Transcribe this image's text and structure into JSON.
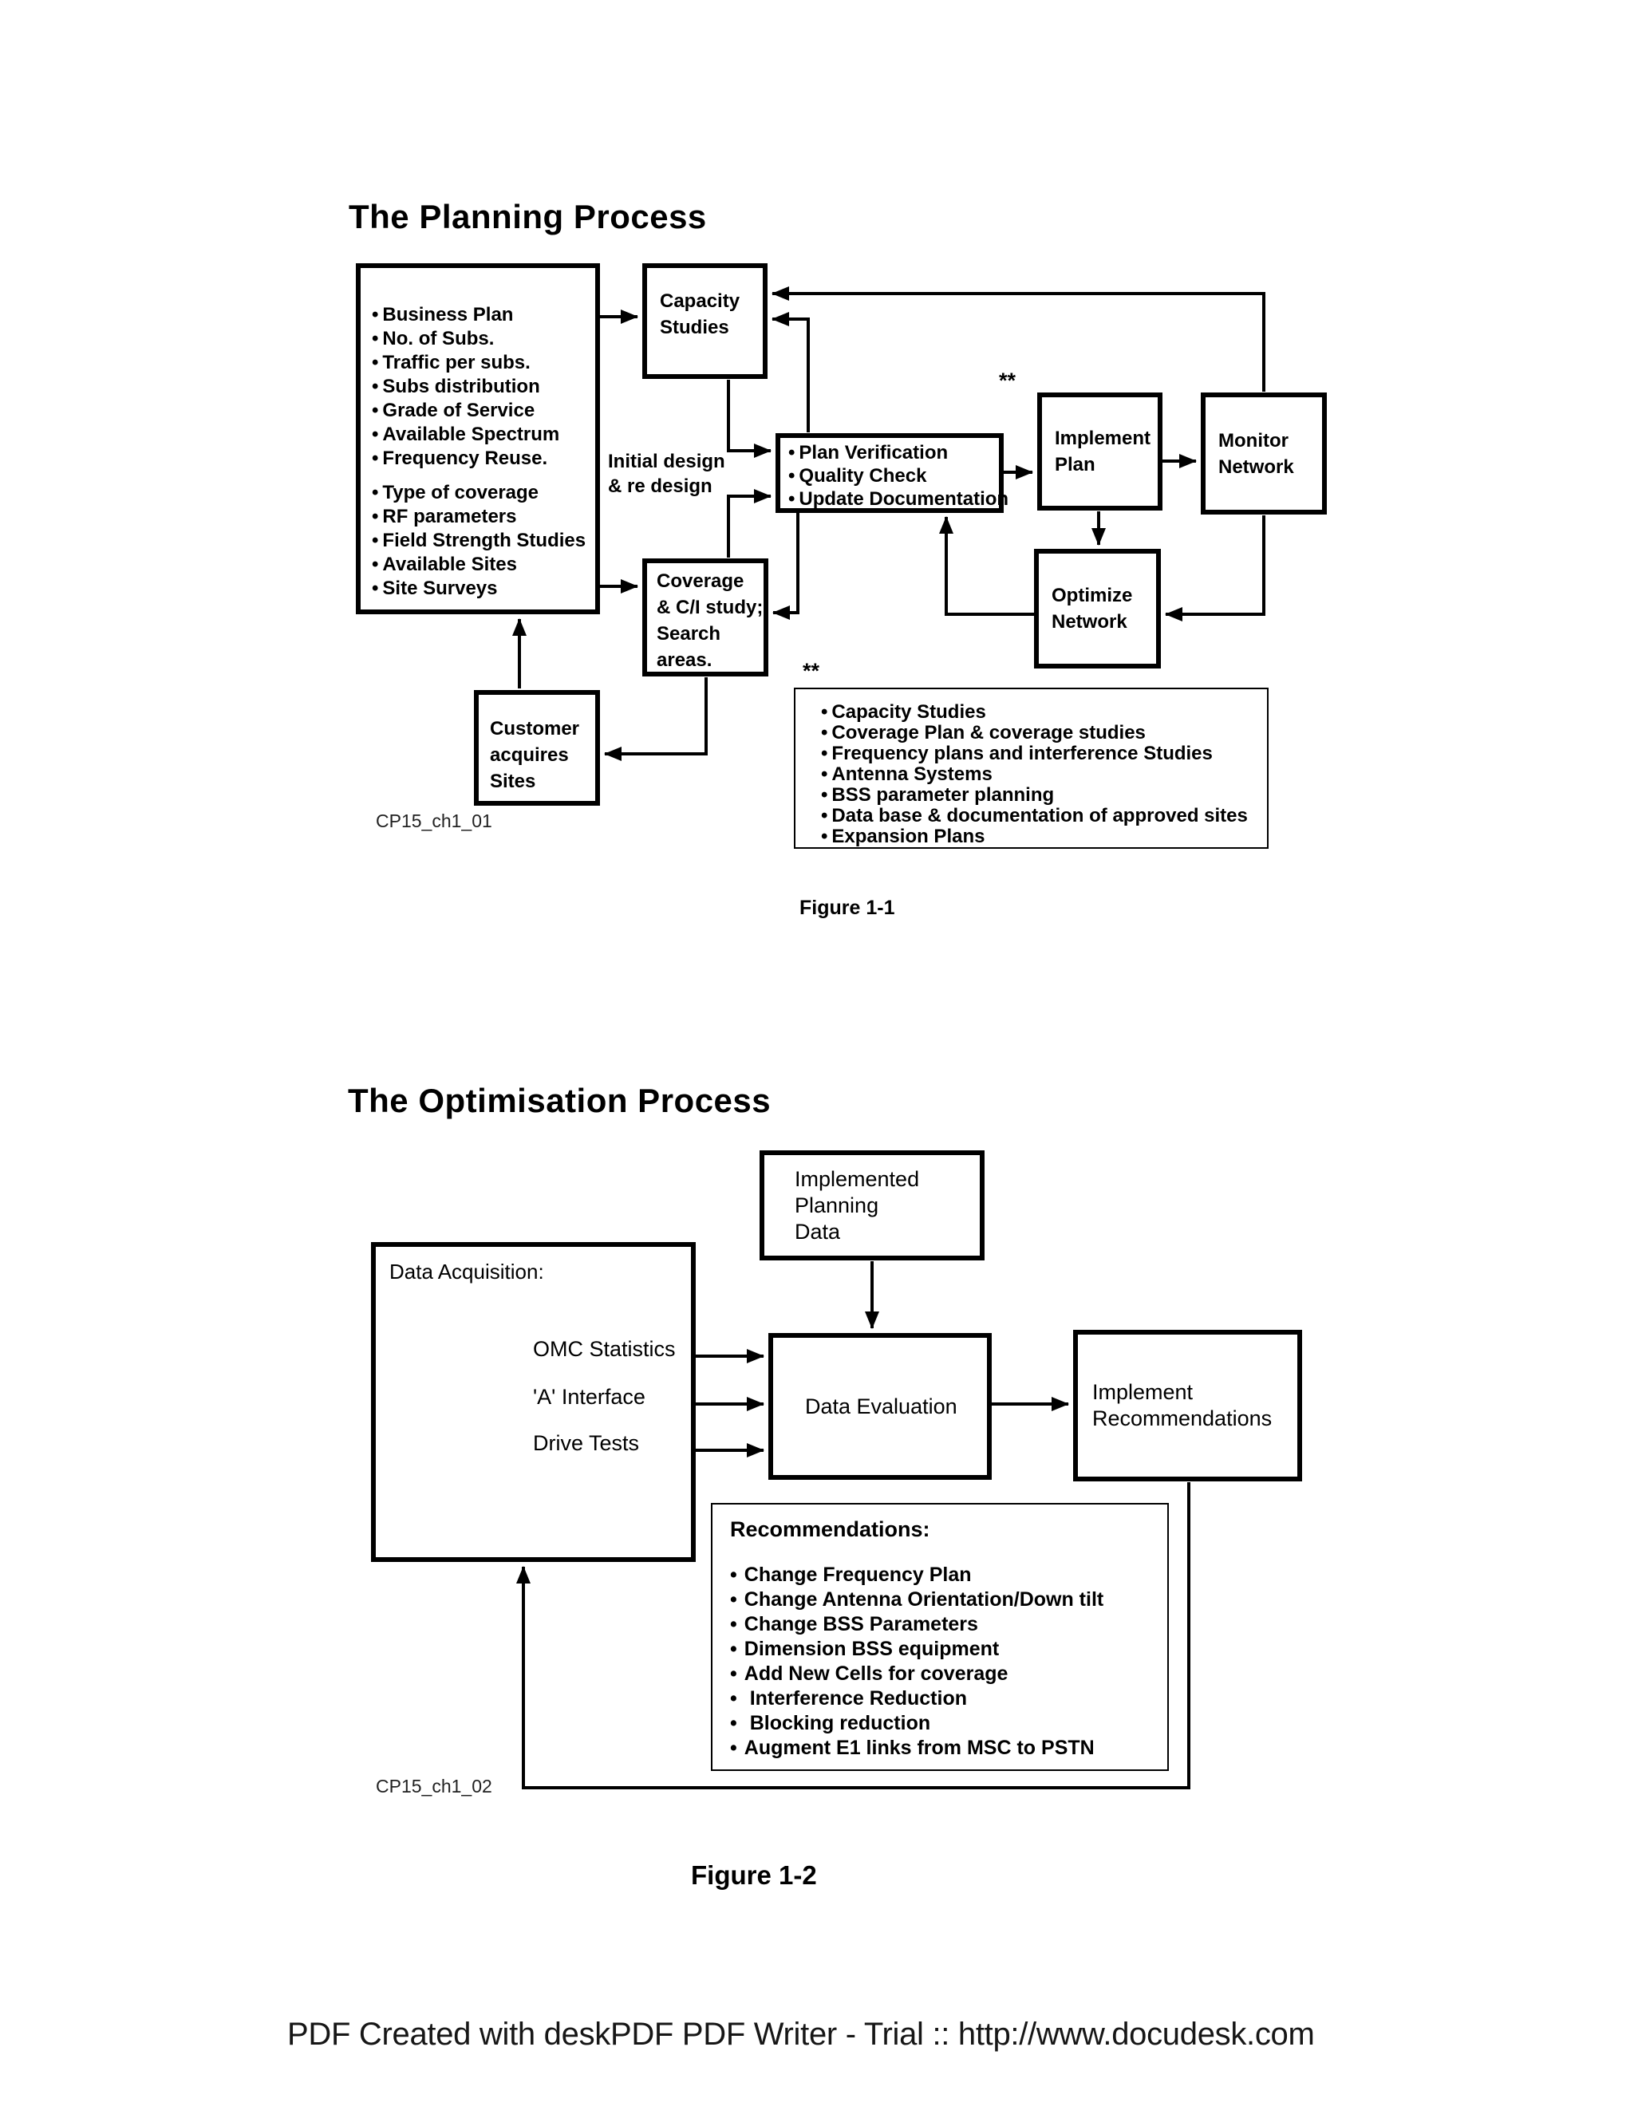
{
  "figure1": {
    "title": "The Planning Process",
    "inputs_box": {
      "group1": [
        "Business Plan",
        "No. of Subs.",
        "Traffic per subs.",
        "Subs distribution",
        "Grade of Service",
        "Available Spectrum",
        "Frequency Reuse."
      ],
      "group2": [
        "Type of coverage",
        "RF parameters",
        "Field Strength Studies",
        "Available Sites",
        "Site Surveys"
      ]
    },
    "capacity_studies": [
      "Capacity",
      "Studies"
    ],
    "initial_design_label": [
      "Initial design",
      "& re design"
    ],
    "plan_verification": [
      "Plan Verification",
      "Quality Check",
      "Update Documentation"
    ],
    "implement_plan": [
      "Implement",
      "Plan"
    ],
    "monitor_network": [
      "Monitor",
      "Network"
    ],
    "optimize_network": [
      "Optimize",
      "Network"
    ],
    "coverage_study": [
      "Coverage",
      "& C/I study;",
      "Search",
      "areas."
    ],
    "customer_sites": [
      "Customer",
      "acquires",
      "Sites"
    ],
    "asterisks": "**",
    "legend": {
      "marker": "**",
      "items": [
        "Capacity Studies",
        "Coverage Plan & coverage studies",
        "Frequency plans and interference Studies",
        "Antenna Systems",
        "BSS parameter planning",
        "Data base & documentation of approved sites",
        "Expansion Plans"
      ]
    },
    "code_label": "CP15_ch1_01",
    "caption": "Figure 1-1"
  },
  "figure2": {
    "title": "The Optimisation Process",
    "implemented_planning_data": [
      "Implemented",
      "Planning",
      "Data"
    ],
    "data_acquisition": {
      "label": "Data Acquisition:",
      "sources": [
        "OMC Statistics",
        "'A' Interface",
        "Drive Tests"
      ]
    },
    "data_evaluation": "Data Evaluation",
    "implement_recommendations": [
      "Implement",
      "Recommendations"
    ],
    "recommendations": {
      "header": "Recommendations:",
      "items": [
        "Change Frequency Plan",
        "Change Antenna Orientation/Down tilt",
        "Change BSS Parameters",
        "Dimension BSS equipment",
        "Add New Cells for coverage",
        " Interference Reduction",
        " Blocking reduction",
        "Augment E1 links from MSC to PSTN"
      ]
    },
    "code_label": "CP15_ch1_02",
    "caption": "Figure 1-2"
  },
  "page": {
    "footer": "PDF Created with deskPDF PDF Writer - Trial :: http://www.docudesk.com"
  }
}
